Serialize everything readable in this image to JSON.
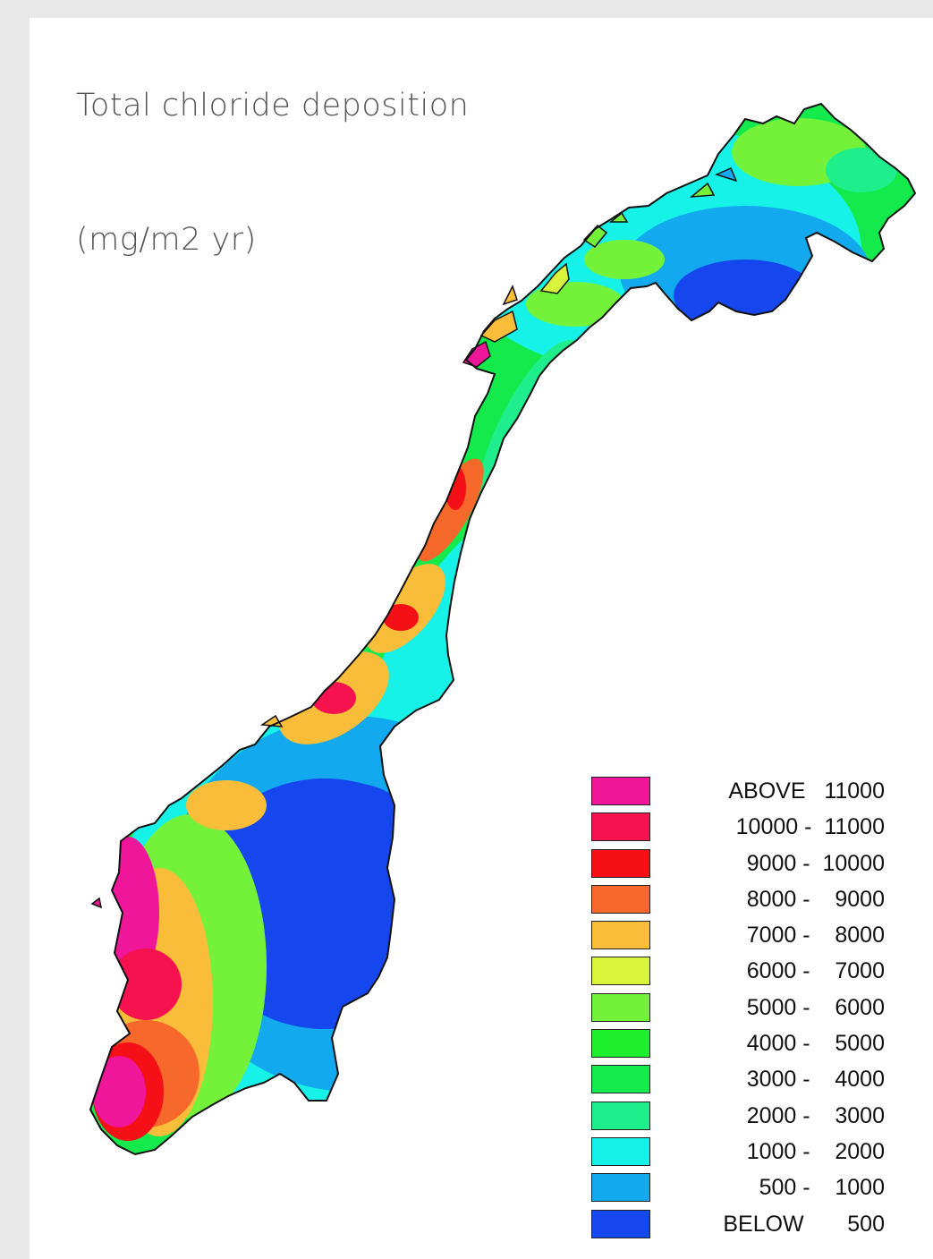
{
  "map": {
    "title": "Total chloride deposition",
    "units": "(mg/m2 yr)",
    "legend": [
      {
        "label": "ABOVE   11000",
        "color": "#f0169a"
      },
      {
        "label": "10000 -  11000",
        "color": "#f5124e"
      },
      {
        "label": "9000 -  10000",
        "color": "#f51018"
      },
      {
        "label": "8000 -    9000",
        "color": "#f6692a"
      },
      {
        "label": "7000 -    8000",
        "color": "#f9bd3a"
      },
      {
        "label": "6000 -    7000",
        "color": "#d8f53c"
      },
      {
        "label": "5000 -    6000",
        "color": "#74f23a"
      },
      {
        "label": "4000 -    5000",
        "color": "#1ef02d"
      },
      {
        "label": "3000 -    4000",
        "color": "#14ea4c"
      },
      {
        "label": "2000 -    3000",
        "color": "#1eef8c"
      },
      {
        "label": "1000 -    2000",
        "color": "#17f2e8"
      },
      {
        "label": "500 -    1000",
        "color": "#12a9ee"
      },
      {
        "label": "BELOW       500",
        "color": "#1546ee"
      }
    ]
  }
}
